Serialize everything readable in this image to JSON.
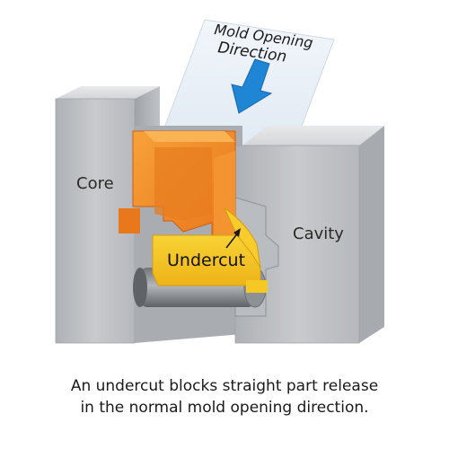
{
  "labels": {
    "direction_line1": "Mold Opening",
    "direction_line2": "Direction",
    "core": "Core",
    "cavity": "Cavity",
    "undercut": "Undercut"
  },
  "caption": {
    "line1": "An undercut blocks straight part release",
    "line2": "in the normal mold opening direction."
  },
  "colors": {
    "mold_steel": "#c9cbce",
    "part_orange": "#f08a24",
    "undercut_yellow": "#f5c320",
    "arrow_blue": "#1f86d6",
    "pin_gray": "#8d9196"
  }
}
